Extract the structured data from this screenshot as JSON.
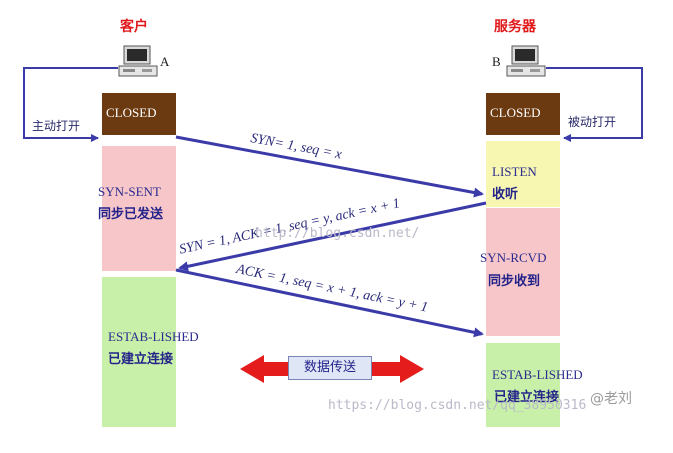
{
  "client": {
    "title": "客户",
    "letter": "A",
    "manual_open": "主动打开"
  },
  "server": {
    "title": "服务器",
    "letter": "B",
    "passive_open": "被动打开"
  },
  "client_states": [
    {
      "state": "CLOSED",
      "cn": ""
    },
    {
      "state": "SYN-SENT",
      "cn": "同步已发送"
    },
    {
      "state": "ESTAB-LISHED",
      "cn": "已建立连接"
    }
  ],
  "server_states": [
    {
      "state": "CLOSED",
      "cn": ""
    },
    {
      "state": "LISTEN",
      "cn": "收听"
    },
    {
      "state": "SYN-RCVD",
      "cn": "同步收到"
    },
    {
      "state": "ESTAB-LISHED",
      "cn": "已建立连接"
    }
  ],
  "messages": [
    {
      "label": "SYN= 1, seq = x"
    },
    {
      "label": "SYN = 1, ACK = 1, seq = y, ack = x + 1"
    },
    {
      "label": "ACK = 1, seq = x + 1, ack = y + 1"
    }
  ],
  "data_transfer": "数据传送",
  "watermarks": {
    "center": "http://blog.csdn.net/",
    "bottom": "https://blog.csdn.net/qq_38950316",
    "author": "@老刘"
  },
  "colors": {
    "closed": "#6b3a10",
    "synsent": "#f7c6c9",
    "established": "#c8f0a8",
    "listen": "#f7f7b2",
    "synrcvd": "#f7c6c9",
    "arrow": "#3a3aa8",
    "red_arrow": "#e41c1c"
  }
}
